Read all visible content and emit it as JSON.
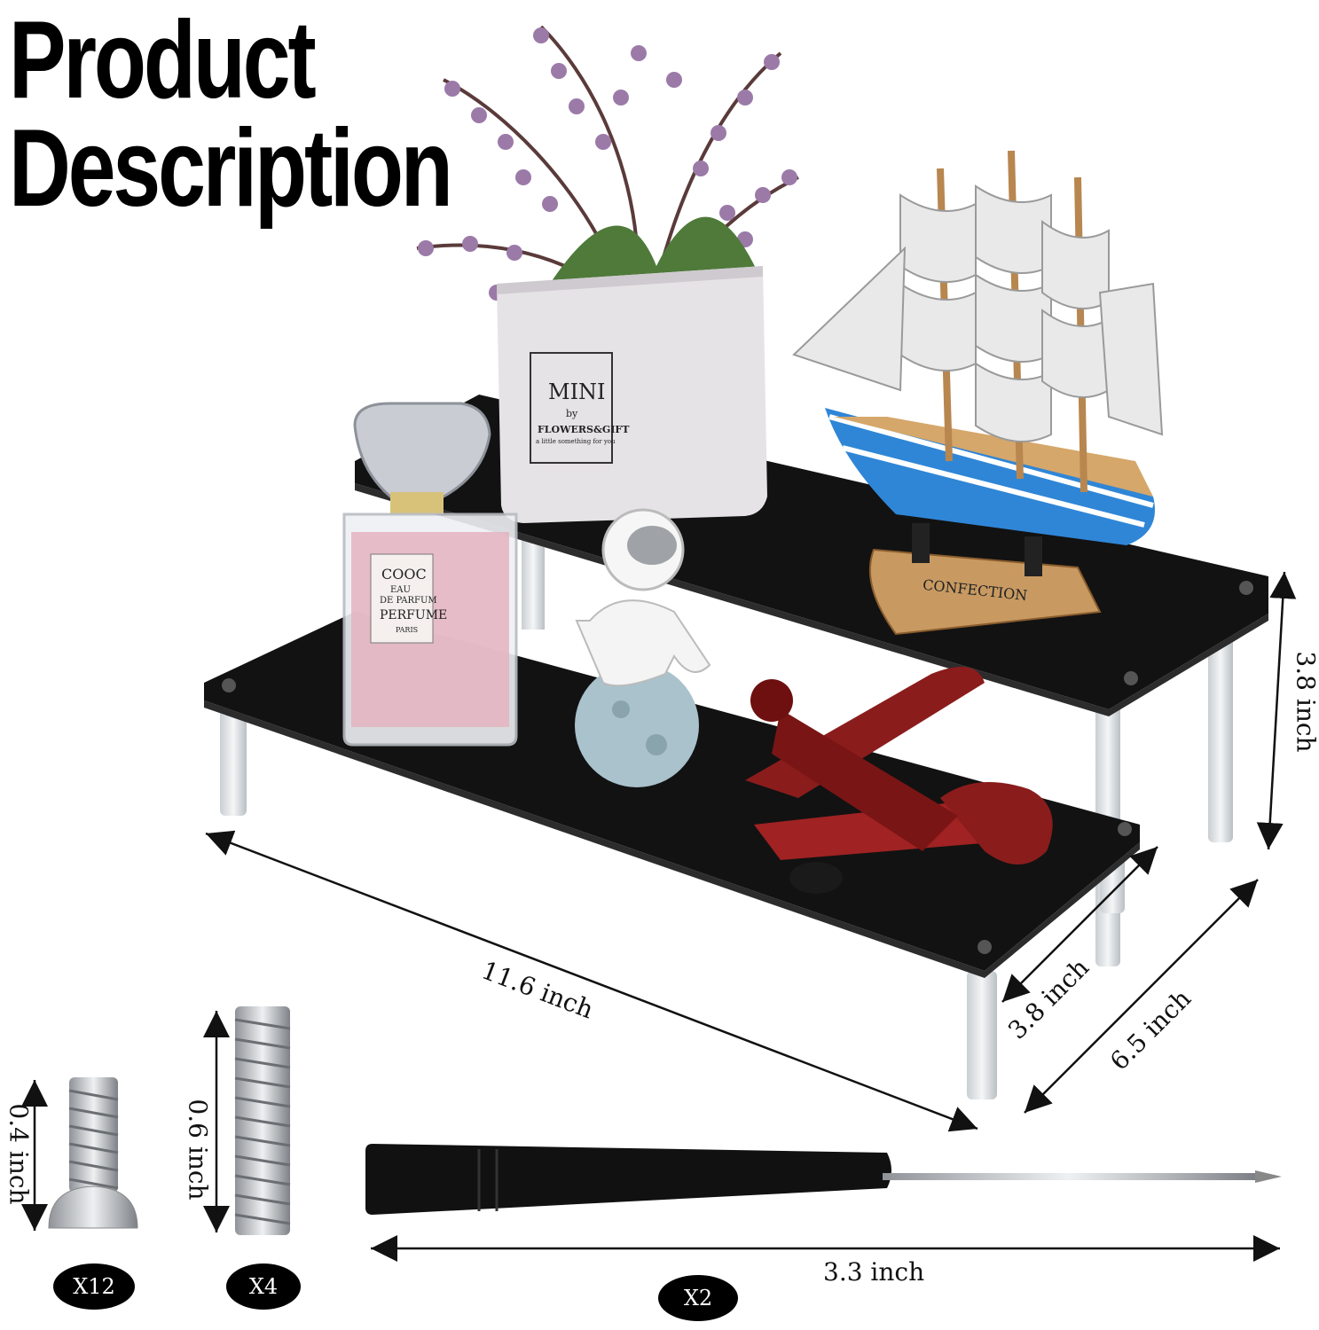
{
  "heading": {
    "line1": "Product",
    "line2": "Description"
  },
  "dimensions": {
    "length": "11.6 inch",
    "height": "3.8 inch",
    "step_depth": "3.8 inch",
    "depth": "6.5 inch",
    "screw_length": "0.4 inch",
    "rod_length": "0.6 inch",
    "screwdriver_length": "3.3 inch"
  },
  "quantities": {
    "screws": "X12",
    "rods": "X4",
    "screwdrivers": "X2"
  },
  "props": {
    "pot_label": {
      "line1": "MINI",
      "line2": "by",
      "line3": "FLOWERS&GIFT",
      "line4": "a little something for you"
    },
    "perfume_label": {
      "line1": "COOC",
      "line2": "EAU",
      "line3": "DE PARFUM",
      "line4": "PERFUME",
      "line5": "PARIS"
    },
    "ship_plaque": "CONFECTION"
  },
  "colors": {
    "shelf": "#121212",
    "leg": "#dfe3e6",
    "badge": "#000000",
    "plane": "#8b1c1c",
    "ship_blue": "#2f86d6"
  }
}
